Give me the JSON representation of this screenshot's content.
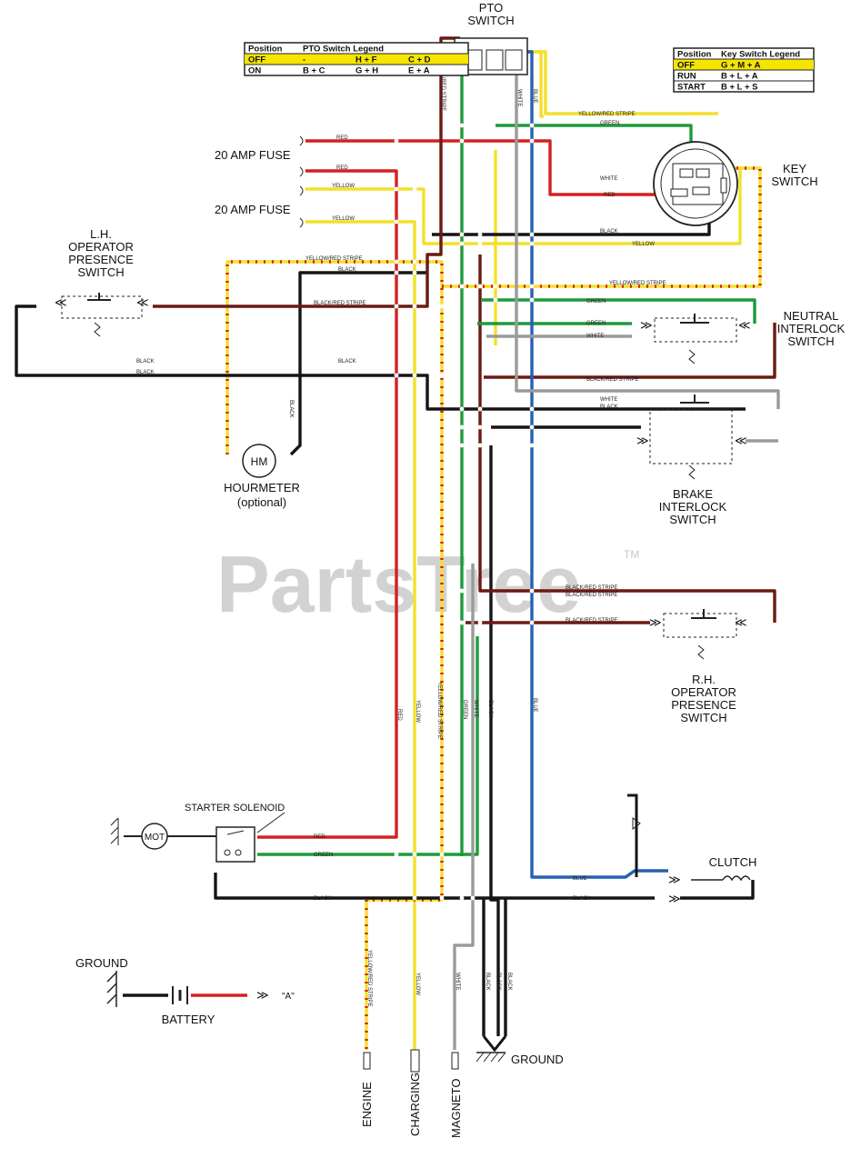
{
  "components": {
    "pto_switch": "PTO\nSWITCH",
    "key_switch": "KEY\nSWITCH",
    "lh_operator": "L.H.\nOPERATOR\nPRESENCE\nSWITCH",
    "neutral": "NEUTRAL\nINTERLOCK\nSWITCH",
    "brake": "BRAKE\nINTERLOCK\nSWITCH",
    "rh_operator": "R.H.\nOPERATOR\nPRESENCE\nSWITCH",
    "hourmeter": "HOURMETER",
    "hourmeter_note": "(optional)",
    "hm": "HM",
    "fuse1": "20 AMP FUSE",
    "fuse2": "20 AMP FUSE",
    "starter_solenoid": "STARTER SOLENOID",
    "mot": "MOT",
    "clutch": "CLUTCH",
    "ground_left": "GROUND",
    "ground_right": "GROUND",
    "battery": "BATTERY",
    "battery_ref": "\"A\"",
    "engine": "ENGINE",
    "charging": "CHARGING",
    "magneto": "MAGNETO"
  },
  "pto_legend": {
    "header": [
      "Position",
      "PTO Switch Legend",
      "",
      ""
    ],
    "rows": [
      [
        "OFF",
        "-",
        "H + F",
        "C + D"
      ],
      [
        "ON",
        "B + C",
        "G + H",
        "E + A"
      ]
    ]
  },
  "key_legend": {
    "header": [
      "Position",
      "Key Switch Legend"
    ],
    "rows": [
      [
        "OFF",
        "G + M + A"
      ],
      [
        "RUN",
        "B + L + A"
      ],
      [
        "START",
        "B + L + S"
      ]
    ]
  },
  "wire_labels": {
    "red": "RED",
    "yellow": "YELLOW",
    "black": "BLACK",
    "green": "GREEN",
    "white": "WHITE",
    "blue": "BLUE",
    "yellow_red_stripe": "YELLOW/RED STRIPE",
    "black_red_stripe": "BLACK/RED STRIPE"
  },
  "watermark": "PartsTree",
  "watermark_tm": "TM",
  "colors": {
    "red": "#d42020",
    "yellow": "#f2e02a",
    "black": "#151515",
    "green": "#1e9a3c",
    "blue": "#2460b4",
    "brown": "#6a1a12",
    "white": "#9a9a9a",
    "legend_highlight": "#f5e500"
  }
}
